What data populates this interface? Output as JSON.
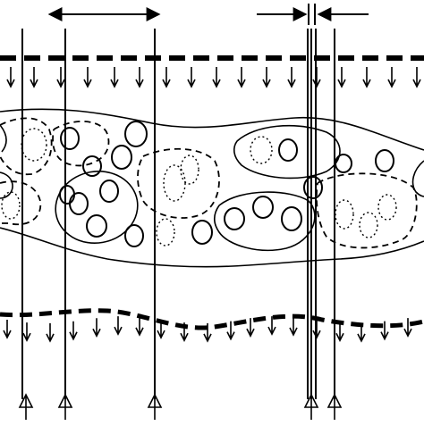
{
  "diagram": {
    "description_text": [],
    "colors": {
      "line": "#000000",
      "background": "#ffffff"
    },
    "elements": {
      "top_span_arrow": "double-headed-arrow",
      "right_converging_arrows": "pair-of-arrows-pointing-at-gap",
      "vertical_lines": 7,
      "upper_membrane": "heavy-dashed-line-with-downward-arrows",
      "lower_membrane": "heavy-dashed-line-with-downward-arrows",
      "upward_arrows_bottom": 5
    }
  }
}
